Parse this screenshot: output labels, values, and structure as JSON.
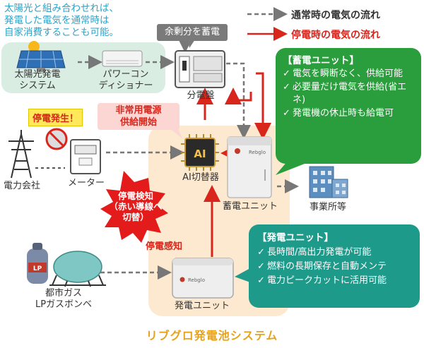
{
  "note": {
    "lines": [
      "太陽光と組み合わせれば、",
      "発電した電気を通常時は",
      "自家消費することも可能。"
    ],
    "color": "#2ea3c7"
  },
  "callout_surplus": "余剰分を蓄電",
  "legend": {
    "normal": "通常時の電気の流れ",
    "outage": "停電時の電気の流れ",
    "normal_color": "#777777",
    "outage_color": "#d9261c"
  },
  "nodes": {
    "solar": [
      "太陽光発電",
      "システム"
    ],
    "pcs": [
      "パワーコン",
      "ディショナー"
    ],
    "panel": "分電盤",
    "utility": "電力会社",
    "meter": "メーター",
    "ai": "AI切替器",
    "storage": "蓄電ユニット",
    "facility": "事業所等",
    "gas": [
      "都市ガス",
      "LPガスボンベ"
    ],
    "generator": "発電ユニット"
  },
  "badges": {
    "outage": "停電発生！",
    "emergency": [
      "非常用電源",
      "供給開始"
    ],
    "detect_burst": [
      "停電検知",
      "（赤い導線へ",
      "切替）"
    ],
    "sense": "停電感知"
  },
  "storage_box": {
    "title": "【蓄電ユニット】",
    "items": [
      "電気を瞬断なく、供給可能",
      "必要量だけ電気を供給(省エネ)",
      "発電機の休止時も給電可"
    ],
    "color": "#2a9d3c"
  },
  "generator_box": {
    "title": "【発電ユニット】",
    "items": [
      "長時間/高出力発電が可能",
      "燃料の長期保存と自動メンテ",
      "電力ピークカットに活用可能"
    ],
    "color": "#1e9a8a"
  },
  "footer": "リブグロ発電池システム",
  "icons": [
    "check-icon",
    "solar-panel-icon",
    "power-conditioner-icon",
    "distribution-board-icon",
    "transmission-tower-icon",
    "meter-icon",
    "ai-chip-icon",
    "storage-cabinet-icon",
    "building-icon",
    "gas-tank-icon",
    "lp-cylinder-icon",
    "generator-icon"
  ],
  "brand": "Rebglo",
  "ai_chip": "AI",
  "lp_label": "LP"
}
